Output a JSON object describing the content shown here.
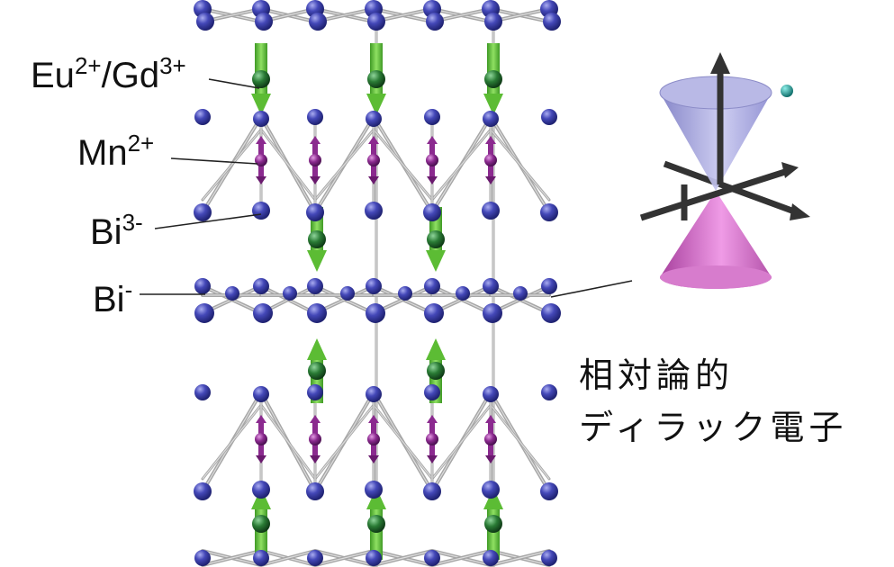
{
  "labels": {
    "eu_gd": {
      "base1": "Eu",
      "sup1": "2+",
      "sep": "/",
      "base2": "Gd",
      "sup2": "3+"
    },
    "mn": {
      "base": "Mn",
      "sup": "2+"
    },
    "bi3": {
      "base": "Bi",
      "sup": "3-"
    },
    "bi1": {
      "base": "Bi",
      "sup": "-"
    }
  },
  "caption": {
    "line1": "相対論的",
    "line2": "ディラック電子"
  },
  "colors": {
    "bi_atom": "#3b3fa8",
    "mn_atom": "#8b2a8f",
    "eu_atom": "#1f6b2a",
    "spin_arrow": "#66c23a",
    "bond": "#9a9a9a",
    "upper_cone": "#9f9fd8",
    "lower_cone": "#c86cc0",
    "momentum_axes": "#3a3a3a",
    "electron": "#1a9e9a"
  }
}
